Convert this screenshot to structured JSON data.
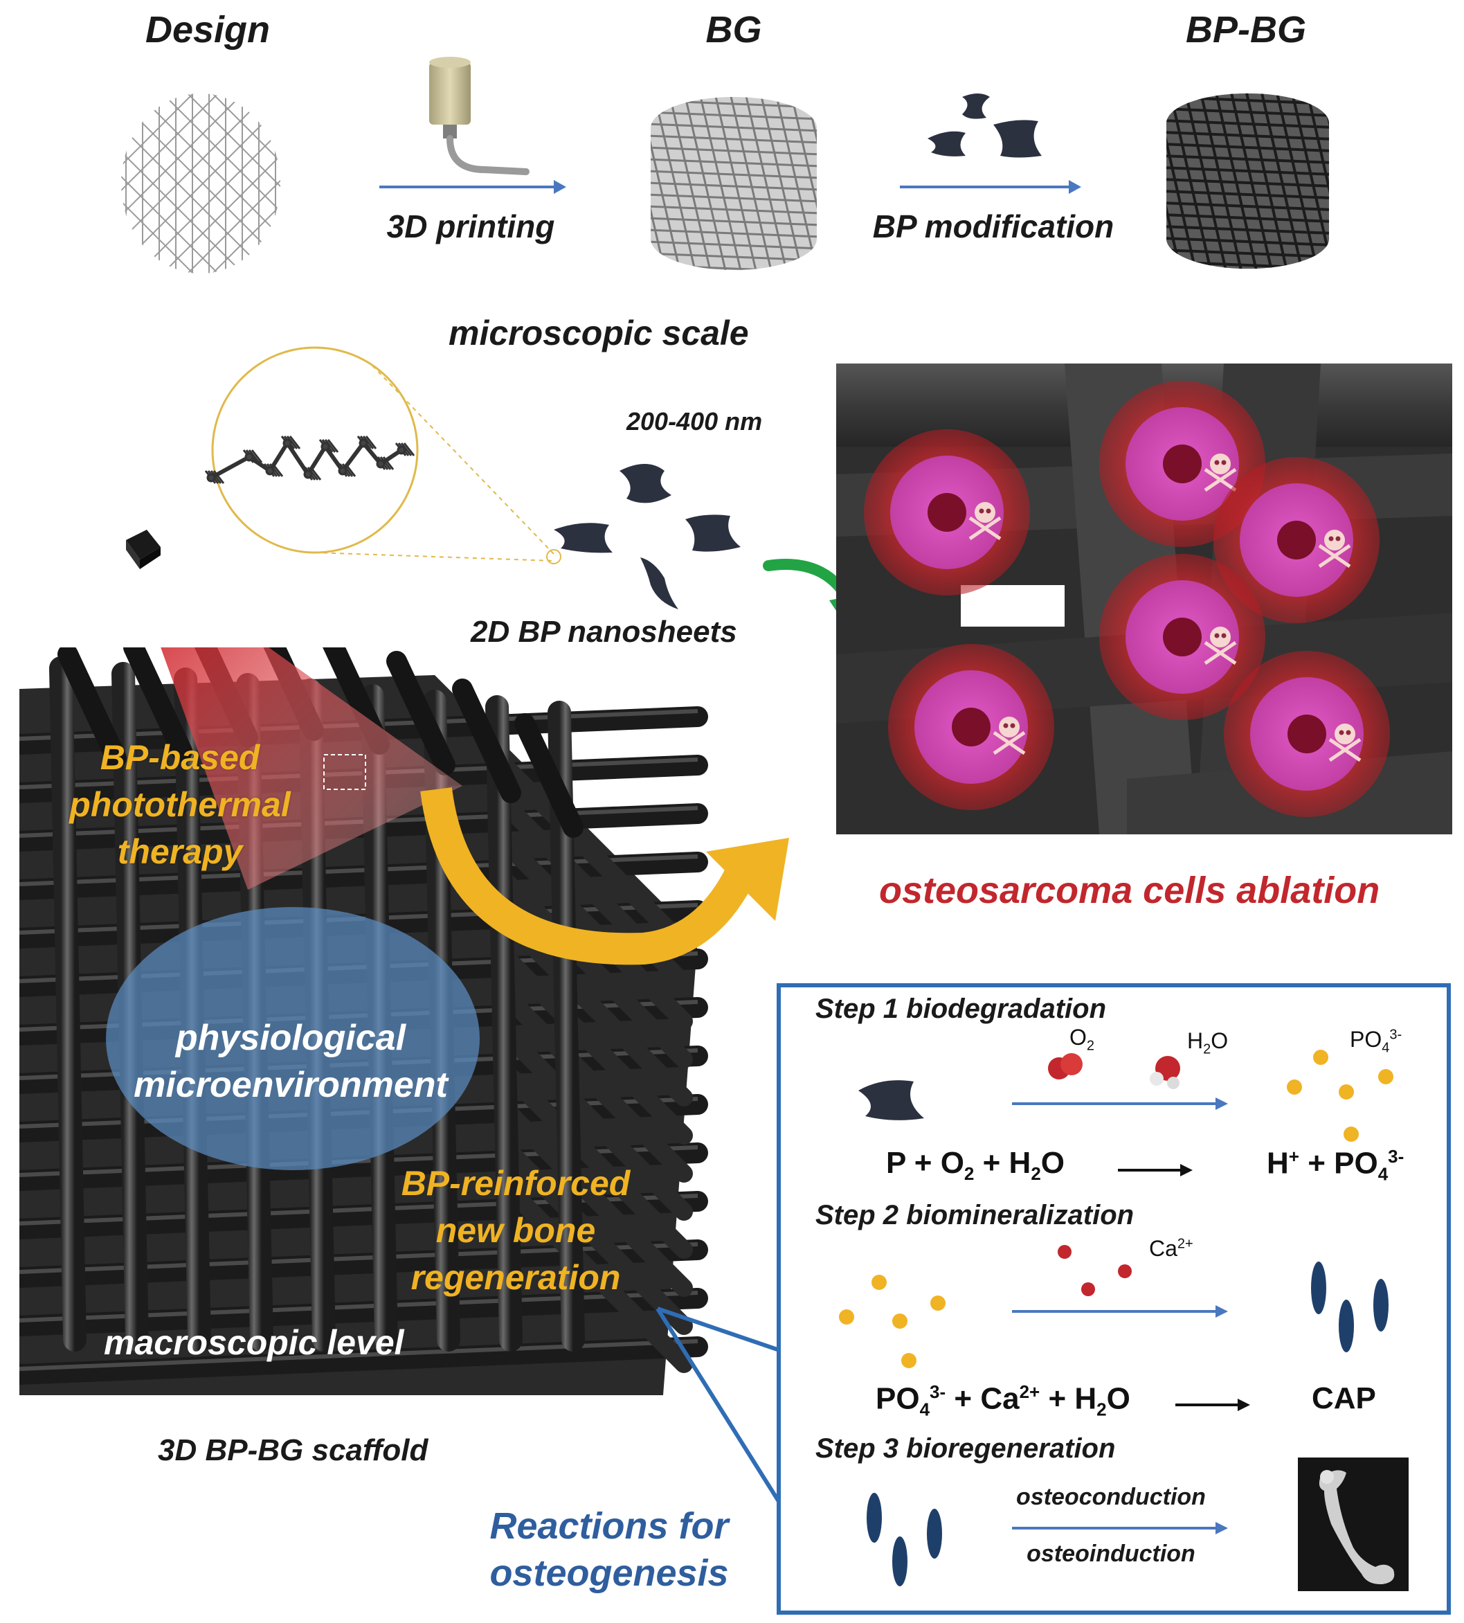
{
  "stages": {
    "design": "Design",
    "bg": "BG",
    "bpbg": "BP-BG",
    "printing": "3D printing",
    "bp_modification": "BP modification"
  },
  "micro": {
    "scale_title": "microscopic scale",
    "size": "200-400 nm",
    "nanosheets": "2D BP nanosheets"
  },
  "scaffold": {
    "bp_ptt": [
      "BP-based",
      "photothermal",
      "therapy"
    ],
    "physio": [
      "physiological",
      "microenvironment"
    ],
    "reinforced": [
      "BP-reinforced",
      "new bone",
      "regeneration"
    ],
    "macro": "macroscopic level",
    "caption": "3D BP-BG scaffold"
  },
  "ablation": {
    "caption": "osteosarcoma cells ablation"
  },
  "reactions": {
    "title": [
      "Reactions for",
      "osteogenesis"
    ],
    "step1": {
      "title": "Step 1 biodegradation",
      "o2": "O",
      "o2_sub": "2",
      "h2o_h": "H",
      "h2o_sub": "2",
      "h2o_o": "O",
      "po4": "PO",
      "po4_sub": "4",
      "po4_sup": "3-",
      "eq_left": [
        "P + O",
        "2",
        " + H",
        "2",
        "O"
      ],
      "eq_right": [
        "H",
        "+",
        " + PO",
        "4",
        "3-"
      ]
    },
    "step2": {
      "title": "Step 2 biomineralization",
      "ca": "Ca",
      "ca_sup": "2+",
      "eq_left": [
        "PO",
        "4",
        "3-",
        " + Ca",
        "2+",
        " + H",
        "2",
        "O"
      ],
      "eq_right": "CAP"
    },
    "step3": {
      "title": "Step 3 bioregeneration",
      "arrow_top": "osteoconduction",
      "arrow_bottom": "osteoinduction"
    }
  },
  "colors": {
    "arrow_blue": "#4a78c0",
    "box_blue": "#2f6db5",
    "gold": "#f0b323",
    "ablation_red": "#c1272d",
    "reaction_title_blue": "#2f5e9e",
    "oxygen_red": "#c1272d",
    "phosphate_gold": "#f0b323",
    "cap_navy": "#1f3f6b"
  }
}
